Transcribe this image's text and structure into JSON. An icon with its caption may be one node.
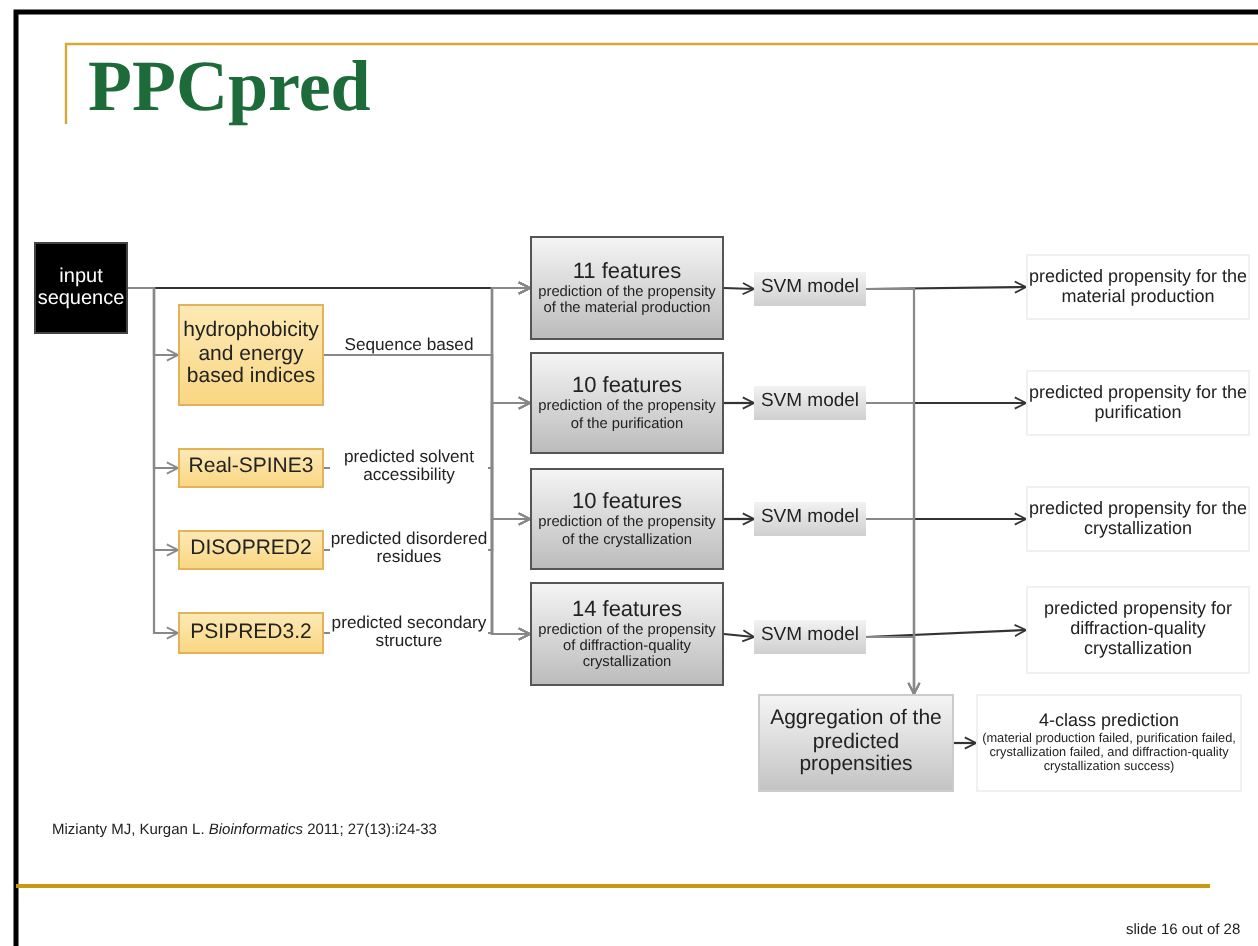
{
  "diagram": {
    "title": "PPCpred",
    "nodes": [
      {
        "text": [
          "input sequence"
        ]
      },
      {
        "text": [
          "hydrophobicity and energy based indices"
        ]
      },
      {
        "text": [
          "Real-SPINE3"
        ]
      },
      {
        "text": [
          "DISOPRED2"
        ]
      },
      {
        "text": [
          "PSIPRED3.2"
        ]
      },
      {
        "text": [
          "11 features",
          "prediction of the propensity of the material production"
        ]
      },
      {
        "text": [
          "10 features",
          "prediction of the propensity of the purification"
        ]
      },
      {
        "text": [
          "10 features",
          "prediction of the propensity of the crystallization"
        ]
      },
      {
        "text": [
          "14 features",
          "prediction of the propensity of diffraction-quality crystallization"
        ]
      },
      {
        "text": [
          "SVM model"
        ]
      },
      {
        "text": [
          "SVM model"
        ]
      },
      {
        "text": [
          "SVM model"
        ]
      },
      {
        "text": [
          "SVM model"
        ]
      },
      {
        "text": [
          "predicted propensity for the material production"
        ]
      },
      {
        "text": [
          "predicted propensity for the purification"
        ]
      },
      {
        "text": [
          "predicted propensity for the crystallization"
        ]
      },
      {
        "text": [
          "predicted propensity for diffraction-quality crystallization"
        ]
      },
      {
        "text": [
          "Aggregation of the predicted propensities"
        ]
      },
      {
        "text": [
          "4-class prediction",
          "(material production failed, purification failed, crystallization failed, and diffraction-quality crystallization success)"
        ]
      }
    ],
    "edges": [
      {
        "from": 0,
        "to": 5,
        "arrow": "to"
      },
      {
        "from": 0,
        "to": 1,
        "arrow": "to"
      },
      {
        "from": 0,
        "to": 2,
        "arrow": "to"
      },
      {
        "from": 0,
        "to": 3,
        "arrow": "to"
      },
      {
        "from": 0,
        "to": 4,
        "arrow": "to"
      },
      {
        "from": 1,
        "to": 5,
        "arrow": "to",
        "label": "Sequence based"
      },
      {
        "from": 1,
        "to": 6,
        "arrow": "to"
      },
      {
        "from": 1,
        "to": 7,
        "arrow": "to"
      },
      {
        "from": 1,
        "to": 8,
        "arrow": "to"
      },
      {
        "from": 2,
        "to": 5,
        "arrow": "to",
        "label": "predicted solvent accessibility"
      },
      {
        "from": 2,
        "to": 6,
        "arrow": "to"
      },
      {
        "from": 2,
        "to": 7,
        "arrow": "to"
      },
      {
        "from": 2,
        "to": 8,
        "arrow": "to"
      },
      {
        "from": 3,
        "to": 5,
        "arrow": "to",
        "label": "predicted disordered residues"
      },
      {
        "from": 3,
        "to": 6,
        "arrow": "to"
      },
      {
        "from": 3,
        "to": 7,
        "arrow": "to"
      },
      {
        "from": 3,
        "to": 8,
        "arrow": "to"
      },
      {
        "from": 4,
        "to": 5,
        "arrow": "to",
        "label": "predicted secondary structure"
      },
      {
        "from": 4,
        "to": 6,
        "arrow": "to"
      },
      {
        "from": 4,
        "to": 7,
        "arrow": "to"
      },
      {
        "from": 4,
        "to": 8,
        "arrow": "to"
      },
      {
        "from": 5,
        "to": 9,
        "arrow": "to"
      },
      {
        "from": 6,
        "to": 10,
        "arrow": "to"
      },
      {
        "from": 7,
        "to": 11,
        "arrow": "to"
      },
      {
        "from": 8,
        "to": 12,
        "arrow": "to"
      },
      {
        "from": 9,
        "to": 13,
        "arrow": "to"
      },
      {
        "from": 10,
        "to": 14,
        "arrow": "to"
      },
      {
        "from": 11,
        "to": 15,
        "arrow": "to"
      },
      {
        "from": 12,
        "to": 16,
        "arrow": "to"
      },
      {
        "from": 9,
        "to": 17,
        "arrow": "to"
      },
      {
        "from": 10,
        "to": 17,
        "arrow": "to"
      },
      {
        "from": 11,
        "to": 17,
        "arrow": "to"
      },
      {
        "from": 12,
        "to": 17,
        "arrow": "to"
      },
      {
        "from": 17,
        "to": 18,
        "arrow": "to"
      }
    ],
    "labels": [
      "Mizianty MJ, Kurgan L. *Bioinformatics* 2011; 27(13):i24-33",
      "slide 16 out of 28"
    ]
  }
}
